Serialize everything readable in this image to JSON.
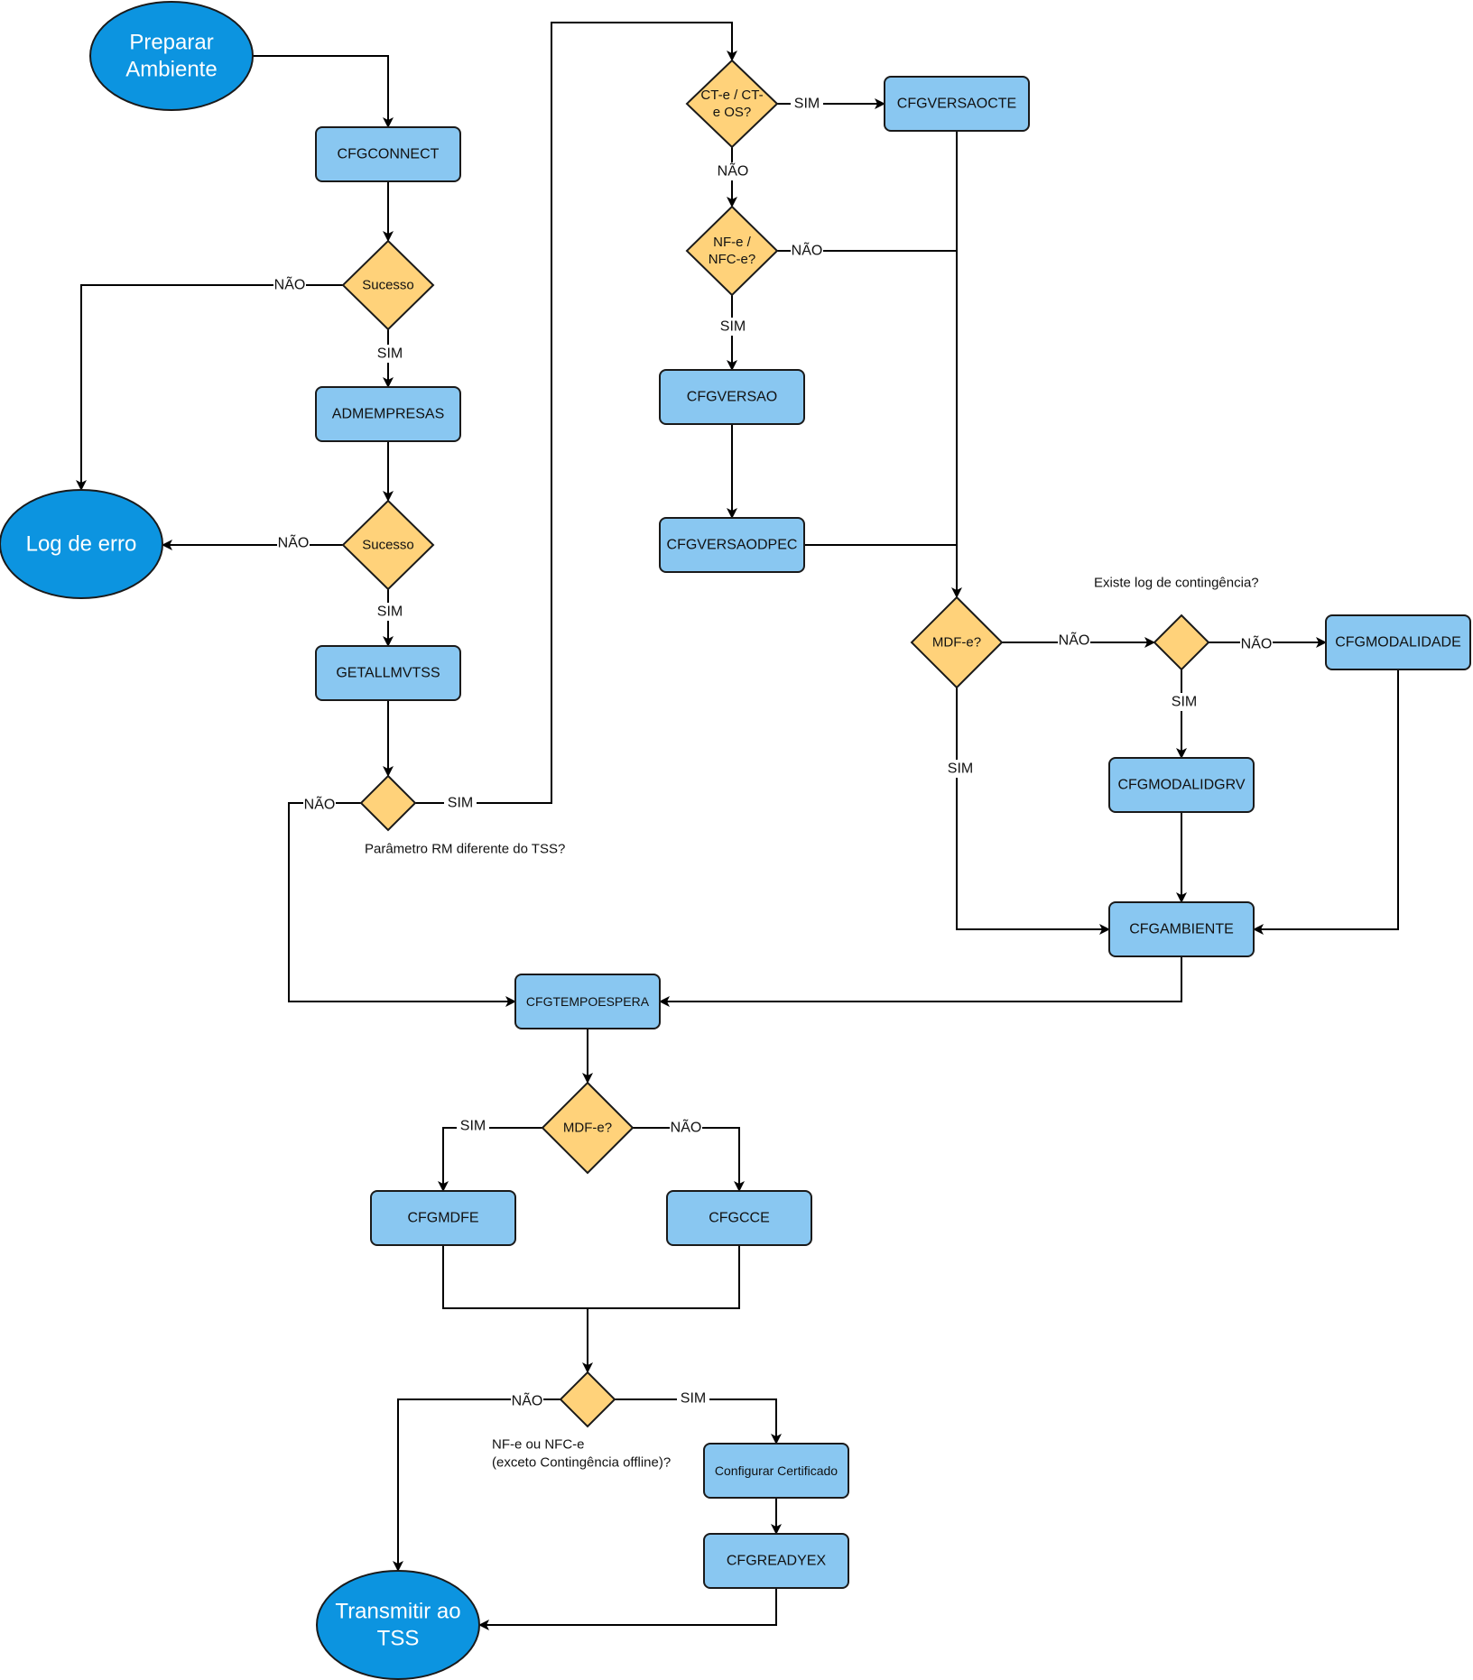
{
  "terminals": {
    "preparar": [
      "Preparar",
      "Ambiente"
    ],
    "log_erro": [
      "Log de erro"
    ],
    "transmitir": [
      "Transmitir ao",
      "TSS"
    ]
  },
  "boxes": {
    "cfgconnect": "CFGCONNECT",
    "admempresas": "ADMEMPRESAS",
    "getallmvtss": "GETALLMVTSS",
    "cfgversaocte": "CFGVERSAOCTE",
    "cfgversao": "CFGVERSAO",
    "cfgversaodpec": "CFGVERSAODPEC",
    "cfgmodalidade": "CFGMODALIDADE",
    "cfgmodalidgrv": "CFGMODALIDGRV",
    "cfgambiente": "CFGAMBIENTE",
    "cfgtempoespera": "CFGTEMPOESPERA",
    "cfgmdfe": "CFGMDFE",
    "cfgcce": "CFGCCE",
    "configurar_certificado": "Configurar Certificado",
    "cfgreadyex": "CFGREADYEX"
  },
  "decisions": {
    "sucesso1": [
      "Sucesso"
    ],
    "sucesso2": [
      "Sucesso"
    ],
    "param": [],
    "cte": [
      "CT-e / CT-",
      "e OS?"
    ],
    "nfe": [
      "NF-e /",
      "NFC-e?"
    ],
    "mdfe1": [
      "MDF-e?"
    ],
    "contingencia": [],
    "mdfe2": [
      "MDF-e?"
    ],
    "nfe_final": []
  },
  "notes": {
    "param": [
      "Parâmetro RM diferente do TSS?"
    ],
    "contingencia": [
      "Existe log de contingência?"
    ],
    "nfe_final": [
      "NF-e ou NFC-e",
      "(exceto Contingência offline)?"
    ]
  },
  "edge_labels": {
    "sim": "SIM",
    "nao": "NÃO"
  }
}
